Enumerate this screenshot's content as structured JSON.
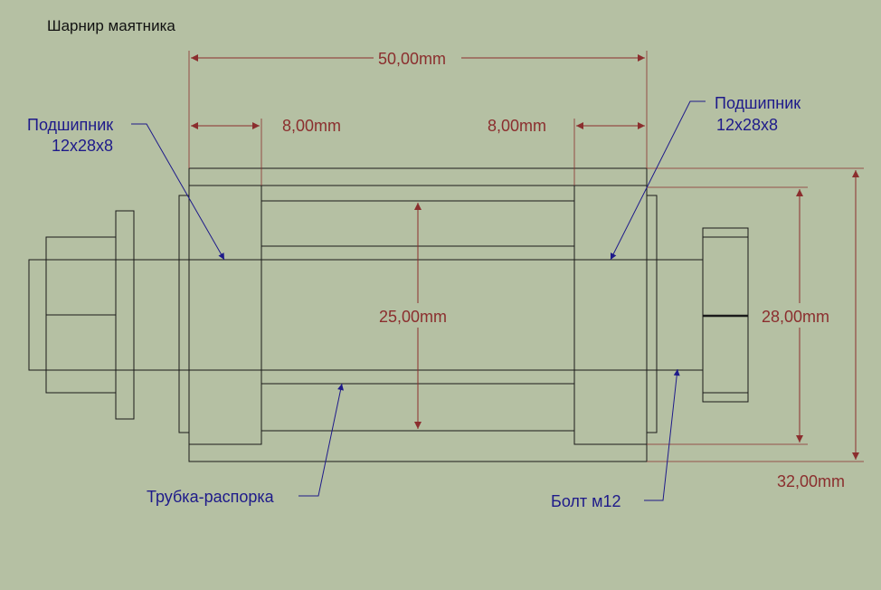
{
  "title": "Шарнир маятника",
  "colors": {
    "background": "#b5c0a3",
    "dimension": "#8b2e2e",
    "label": "#1e1a8a",
    "outline": "#1a1a1a"
  },
  "dimensions": {
    "overall_length": "50,00mm",
    "bearing_width_left": "8,00mm",
    "bearing_width_right": "8,00mm",
    "tube_diameter": "25,00mm",
    "bearing_diameter": "28,00mm",
    "outer_diameter": "32,00mm"
  },
  "labels": {
    "bearing_left_line1": "Подшипник",
    "bearing_left_line2": "12x28x8",
    "bearing_right_line1": "Подшипник",
    "bearing_right_line2": "12x28x8",
    "spacer_tube": "Трубка-распорка",
    "bolt": "Болт м12"
  }
}
